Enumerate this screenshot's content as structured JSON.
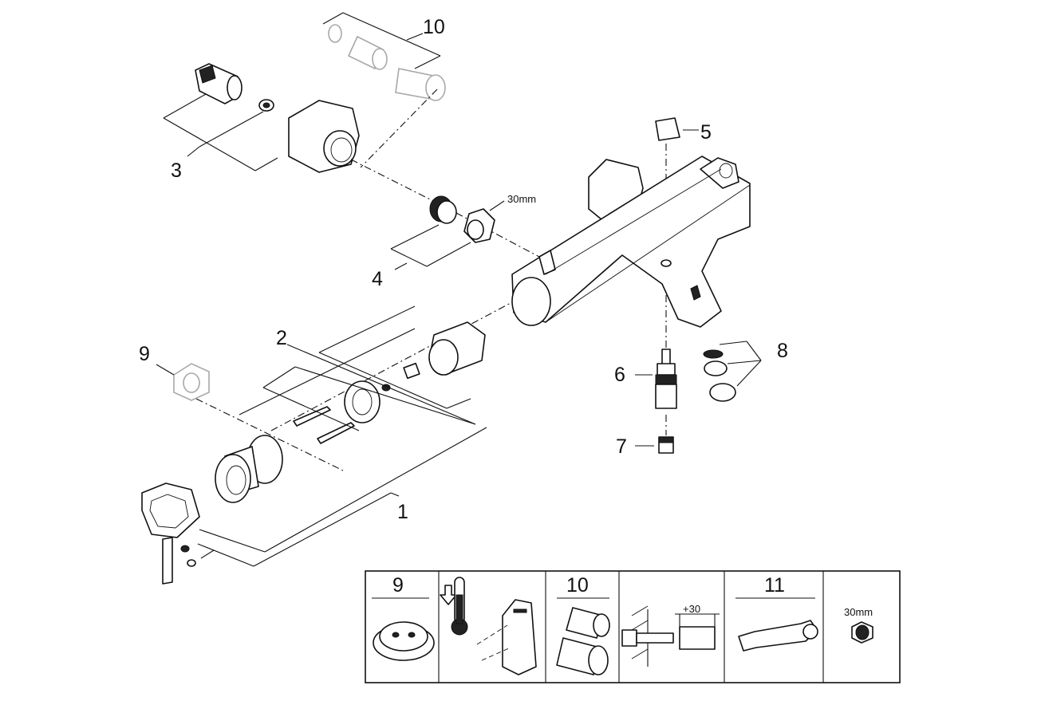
{
  "diagram": {
    "callouts": [
      {
        "id": "1",
        "label": "1"
      },
      {
        "id": "2",
        "label": "2"
      },
      {
        "id": "3",
        "label": "3"
      },
      {
        "id": "4",
        "label": "4"
      },
      {
        "id": "5",
        "label": "5"
      },
      {
        "id": "6",
        "label": "6"
      },
      {
        "id": "7",
        "label": "7"
      },
      {
        "id": "8",
        "label": "8"
      },
      {
        "id": "9",
        "label": "9"
      },
      {
        "id": "10",
        "label": "10"
      }
    ],
    "nut_size_label": "30mm"
  },
  "accessory_table": {
    "cells": [
      {
        "id": "spare-9",
        "label": "9"
      },
      {
        "id": "temperature",
        "label": ""
      },
      {
        "id": "spare-10",
        "label": "10"
      },
      {
        "id": "extension",
        "label": "+30"
      },
      {
        "id": "tool-11",
        "label": "11"
      },
      {
        "id": "nut",
        "label": "30mm"
      }
    ]
  }
}
